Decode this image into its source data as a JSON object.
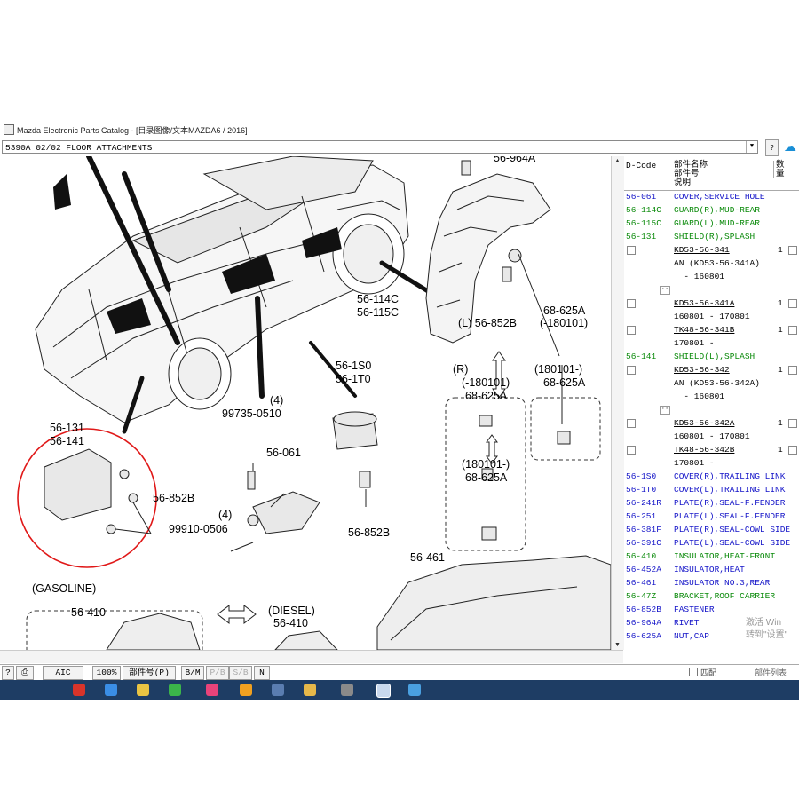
{
  "window": {
    "title": "Mazda Electronic Parts Catalog - [目录图像/文本MAZDA6 / 2016]"
  },
  "selector": {
    "value": "5390A 02/02 FLOOR ATTACHMENTS"
  },
  "diagram": {
    "labels": {
      "l_56964A": "56-964A",
      "l_56114C": "56-114C",
      "l_56115C": "56-115C",
      "l_L56852B": "(L) 56-852B",
      "l_68625A_a": "68-625A",
      "l_180101_a": "(-180101)",
      "l_56150": "56-1S0",
      "l_561T0": "56-1T0",
      "l_R": "(R)",
      "l_180101_b": "(-180101)",
      "l_68625A_b": "68-625A",
      "l_180101_c": "(180101-)",
      "l_68625A_c": "68-625A",
      "l_180101_d": "(180101-)",
      "l_68625A_d": "68-625A",
      "l_4a": "(4)",
      "l_99735": "99735-0510",
      "l_56061": "56-061",
      "l_4b": "(4)",
      "l_99910": "99910-0506",
      "l_56131": "56-131",
      "l_56141": "56-141",
      "l_56852B_a": "56-852B",
      "l_56852B_b": "56-852B",
      "l_56461": "56-461",
      "l_gasoline": "(GASOLINE)",
      "l_56410_a": "56-410",
      "l_diesel": "(DIESEL)",
      "l_56410_b": "56-410"
    }
  },
  "parts_table": {
    "header": {
      "dcode": "D-Code",
      "name_line1": "部件名称",
      "name_line2": "部件号",
      "name_line3": "说明",
      "qty": "数量"
    },
    "rows": [
      {
        "type": "code",
        "code": "56-061",
        "desc": "COVER,SERVICE HOLE",
        "cls": "blue"
      },
      {
        "type": "code",
        "code": "56-114C",
        "desc": "GUARD(R),MUD-REAR",
        "cls": "green"
      },
      {
        "type": "code",
        "code": "56-115C",
        "desc": "GUARD(L),MUD-REAR",
        "cls": "green"
      },
      {
        "type": "code",
        "code": "56-131",
        "desc": "SHIELD(R),SPLASH",
        "cls": "green"
      },
      {
        "type": "part",
        "desc": "KD53-56-341",
        "qty": "1"
      },
      {
        "type": "note",
        "desc": "AN (KD53-56-341A)"
      },
      {
        "type": "note",
        "desc": "  - 160801"
      },
      {
        "type": "dots"
      },
      {
        "type": "part",
        "desc": "KD53-56-341A",
        "qty": "1"
      },
      {
        "type": "note",
        "desc": "160801 - 170801"
      },
      {
        "type": "part",
        "desc": "TK48-56-341B",
        "qty": "1"
      },
      {
        "type": "note",
        "desc": "170801 -"
      },
      {
        "type": "code",
        "code": "56-141",
        "desc": "SHIELD(L),SPLASH",
        "cls": "green"
      },
      {
        "type": "part",
        "desc": "KD53-56-342",
        "qty": "1"
      },
      {
        "type": "note",
        "desc": "AN (KD53-56-342A)"
      },
      {
        "type": "note",
        "desc": "  - 160801"
      },
      {
        "type": "dots"
      },
      {
        "type": "part",
        "desc": "KD53-56-342A",
        "qty": "1"
      },
      {
        "type": "note",
        "desc": "160801 - 170801"
      },
      {
        "type": "part",
        "desc": "TK48-56-342B",
        "qty": "1"
      },
      {
        "type": "note",
        "desc": "170801 -"
      },
      {
        "type": "code",
        "code": "56-1S0",
        "desc": "COVER(R),TRAILING LINK",
        "cls": "blue"
      },
      {
        "type": "code",
        "code": "56-1T0",
        "desc": "COVER(L),TRAILING LINK",
        "cls": "blue"
      },
      {
        "type": "code",
        "code": "56-241R",
        "desc": "PLATE(R),SEAL-F.FENDER",
        "cls": "blue"
      },
      {
        "type": "code",
        "code": "56-251",
        "desc": "PLATE(L),SEAL-F.FENDER",
        "cls": "blue"
      },
      {
        "type": "code",
        "code": "56-381F",
        "desc": "PLATE(R),SEAL-COWL SIDE",
        "cls": "blue"
      },
      {
        "type": "code",
        "code": "56-391C",
        "desc": "PLATE(L),SEAL-COWL SIDE",
        "cls": "blue"
      },
      {
        "type": "code",
        "code": "56-410",
        "desc": "INSULATOR,HEAT-FRONT",
        "cls": "green"
      },
      {
        "type": "code",
        "code": "56-452A",
        "desc": "INSULATOR,HEAT",
        "cls": "blue"
      },
      {
        "type": "code",
        "code": "56-461",
        "desc": "INSULATOR NO.3,REAR",
        "cls": "blue"
      },
      {
        "type": "code",
        "code": "56-47Z",
        "desc": "BRACKET,ROOF CARRIER",
        "cls": "green"
      },
      {
        "type": "code",
        "code": "56-852B",
        "desc": "FASTENER",
        "cls": "blue"
      },
      {
        "type": "code",
        "code": "56-964A",
        "desc": "RIVET",
        "cls": "blue"
      },
      {
        "type": "code",
        "code": "56-625A",
        "desc": "NUT,CAP",
        "cls": "blue"
      }
    ]
  },
  "watermark": {
    "line1": "激活 Win",
    "line2": "转到\"设置\""
  },
  "toolbar": {
    "aic": "AIC",
    "zoom": "100%",
    "part_no": "部件号(P)",
    "bm": "B/M",
    "pb": "P/B",
    "sb": "S/B",
    "n": "N",
    "match": "匹配",
    "parts_list": "部件列表"
  },
  "colors": {
    "code_blue": "#1414c8",
    "code_green": "#0a8a0a",
    "highlight_red": "#e01818",
    "taskbar": "#1e3d64"
  }
}
